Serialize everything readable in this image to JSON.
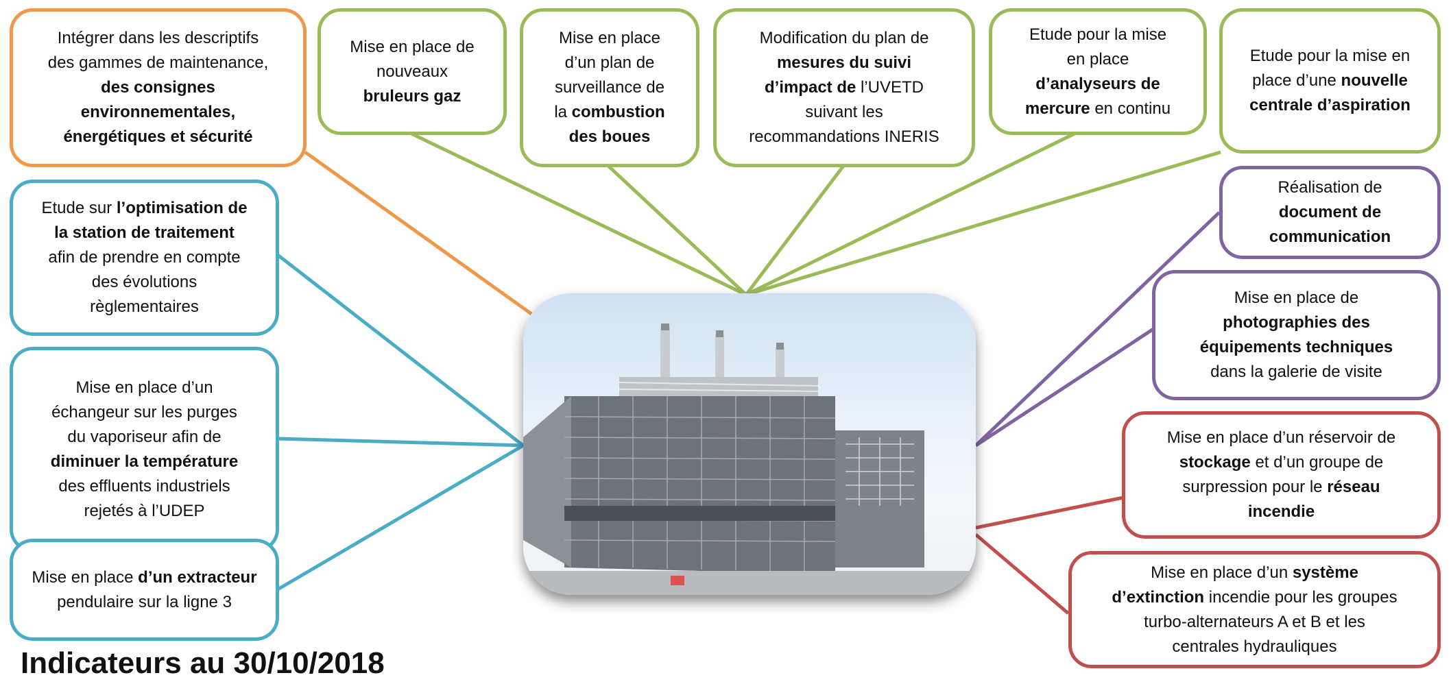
{
  "colors": {
    "orange": "#f0984a",
    "green": "#9bbb59",
    "blue": "#4bacc6",
    "purple": "#8064a2",
    "red": "#c0504d"
  },
  "boxes": [
    {
      "id": "box-maintenance",
      "color": "orange",
      "lines": [
        [
          {
            "t": "Intégrer dans les descriptifs"
          }
        ],
        [
          {
            "t": "des gammes de maintenance,"
          }
        ],
        [
          {
            "t": "des consignes",
            "b": true
          }
        ],
        [
          {
            "t": "environnementales,",
            "b": true
          }
        ],
        [
          {
            "t": "énergétiques et sécurité",
            "b": true
          }
        ]
      ]
    },
    {
      "id": "box-bruleurs",
      "color": "green",
      "lines": [
        [
          {
            "t": "Mise en place de"
          }
        ],
        [
          {
            "t": "nouveaux"
          }
        ],
        [
          {
            "t": "bruleurs gaz",
            "b": true
          }
        ]
      ]
    },
    {
      "id": "box-combustion",
      "color": "green",
      "lines": [
        [
          {
            "t": "Mise en place"
          }
        ],
        [
          {
            "t": "d’un plan de"
          }
        ],
        [
          {
            "t": "surveillance de"
          }
        ],
        [
          {
            "t": "la "
          },
          {
            "t": "combustion",
            "b": true
          }
        ],
        [
          {
            "t": "des boues",
            "b": true
          }
        ]
      ]
    },
    {
      "id": "box-impact",
      "color": "green",
      "lines": [
        [
          {
            "t": "Modification du plan de"
          }
        ],
        [
          {
            "t": "mesures du suivi",
            "b": true
          }
        ],
        [
          {
            "t": "d’impact de",
            "b": true
          },
          {
            "t": " l’UVETD"
          }
        ],
        [
          {
            "t": "suivant les"
          }
        ],
        [
          {
            "t": "recommandations INERIS"
          }
        ]
      ]
    },
    {
      "id": "box-mercure",
      "color": "green",
      "lines": [
        [
          {
            "t": "Etude pour la mise"
          }
        ],
        [
          {
            "t": "en place"
          }
        ],
        [
          {
            "t": "d’analyseurs de",
            "b": true
          }
        ],
        [
          {
            "t": "mercure",
            "b": true
          },
          {
            "t": " en continu"
          }
        ]
      ]
    },
    {
      "id": "box-aspiration",
      "color": "green",
      "lines": [
        [
          {
            "t": "Etude pour la mise en"
          }
        ],
        [
          {
            "t": "place d’une "
          },
          {
            "t": "nouvelle",
            "b": true
          }
        ],
        [
          {
            "t": "centrale d’aspiration",
            "b": true
          }
        ]
      ]
    },
    {
      "id": "box-station",
      "color": "blue",
      "lines": [
        [
          {
            "t": "Etude sur "
          },
          {
            "t": "l’optimisation de",
            "b": true
          }
        ],
        [
          {
            "t": "la station de traitement",
            "b": true
          }
        ],
        [
          {
            "t": "afin de prendre en compte"
          }
        ],
        [
          {
            "t": "des évolutions"
          }
        ],
        [
          {
            "t": "règlementaires"
          }
        ]
      ]
    },
    {
      "id": "box-echangeur",
      "color": "blue",
      "lines": [
        [
          {
            "t": "Mise en place d’un"
          }
        ],
        [
          {
            "t": "échangeur sur les purges"
          }
        ],
        [
          {
            "t": "du vaporiseur afin de"
          }
        ],
        [
          {
            "t": "diminuer la température",
            "b": true
          }
        ],
        [
          {
            "t": "des effluents industriels"
          }
        ],
        [
          {
            "t": "rejetés à l’UDEP"
          }
        ]
      ]
    },
    {
      "id": "box-extracteur",
      "color": "blue",
      "lines": [
        [
          {
            "t": "Mise en place "
          },
          {
            "t": "d’un extracteur",
            "b": true
          }
        ],
        [
          {
            "t": "pendulaire sur la ligne 3"
          }
        ]
      ]
    },
    {
      "id": "box-communication",
      "color": "purple",
      "lines": [
        [
          {
            "t": "Réalisation de"
          }
        ],
        [
          {
            "t": "document de",
            "b": true
          }
        ],
        [
          {
            "t": "communication",
            "b": true
          }
        ]
      ]
    },
    {
      "id": "box-photographies",
      "color": "purple",
      "lines": [
        [
          {
            "t": "Mise en place de"
          }
        ],
        [
          {
            "t": "photographies des",
            "b": true
          }
        ],
        [
          {
            "t": "équipements techniques",
            "b": true
          }
        ],
        [
          {
            "t": "dans la galerie de visite"
          }
        ]
      ]
    },
    {
      "id": "box-reservoir",
      "color": "red",
      "lines": [
        [
          {
            "t": "Mise en place d’un réservoir de"
          }
        ],
        [
          {
            "t": "stockage",
            "b": true
          },
          {
            "t": " et d’un groupe de"
          }
        ],
        [
          {
            "t": "surpression pour le "
          },
          {
            "t": "réseau",
            "b": true
          }
        ],
        [
          {
            "t": "incendie",
            "b": true
          }
        ]
      ]
    },
    {
      "id": "box-extinction",
      "color": "red",
      "lines": [
        [
          {
            "t": "Mise en place d’un "
          },
          {
            "t": "système",
            "b": true
          }
        ],
        [
          {
            "t": "d’extinction",
            "b": true
          },
          {
            "t": " incendie pour les groupes"
          }
        ],
        [
          {
            "t": "turbo-alternateurs A et B et les"
          }
        ],
        [
          {
            "t": "centrales hydrauliques"
          }
        ]
      ]
    }
  ],
  "footer_title": "Indicateurs au 30/10/2018"
}
